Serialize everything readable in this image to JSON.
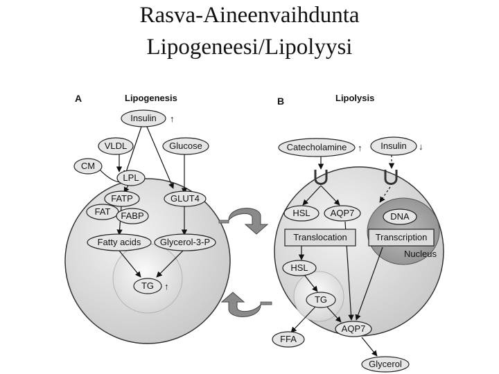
{
  "title": {
    "line1": "Rasva-Aineenvaihdunta",
    "line2": "Lipogeneesi/Lipolyysi"
  },
  "panel_a": {
    "letter": "A",
    "heading": "Lipogenesis",
    "nodes": {
      "insulin": "Insulin",
      "vldl": "VLDL",
      "glucose": "Glucose",
      "cm": "CM",
      "lpl": "LPL",
      "fatp": "FATP",
      "glut4": "GLUT4",
      "fat": "FAT",
      "fabp": "FABP",
      "fatty_acids": "Fatty acids",
      "glycerol_3_p": "Glycerol-3-P",
      "tg": "TG"
    },
    "indicators": {
      "insulin": "↑",
      "tg": "↑"
    }
  },
  "panel_b": {
    "letter": "B",
    "heading": "Lipolysis",
    "nodes": {
      "catecholamine": "Catecholamine",
      "insulin": "Insulin",
      "hsl_top": "HSL",
      "aqp7_top": "AQP7",
      "dna": "DNA",
      "translocation": "Translocation",
      "transcription": "Transcription",
      "nucleus": "Nucleus",
      "hsl_lower": "HSL",
      "tg": "TG",
      "aqp7_bottom": "AQP7",
      "ffa": "FFA",
      "glycerol": "Glycerol"
    },
    "indicators": {
      "catecholamine": "↑",
      "insulin": "↓"
    }
  }
}
